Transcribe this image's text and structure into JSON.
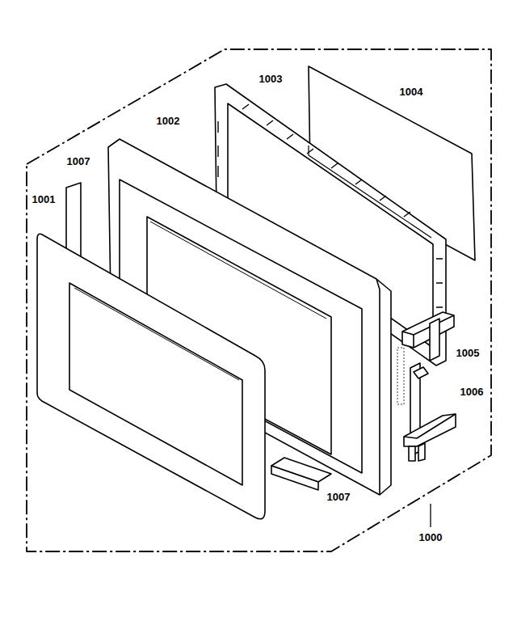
{
  "diagram": {
    "labels": [
      "1003",
      "1004",
      "1002",
      "1007",
      "1001",
      "1005",
      "1006",
      "1007",
      "1000"
    ]
  }
}
